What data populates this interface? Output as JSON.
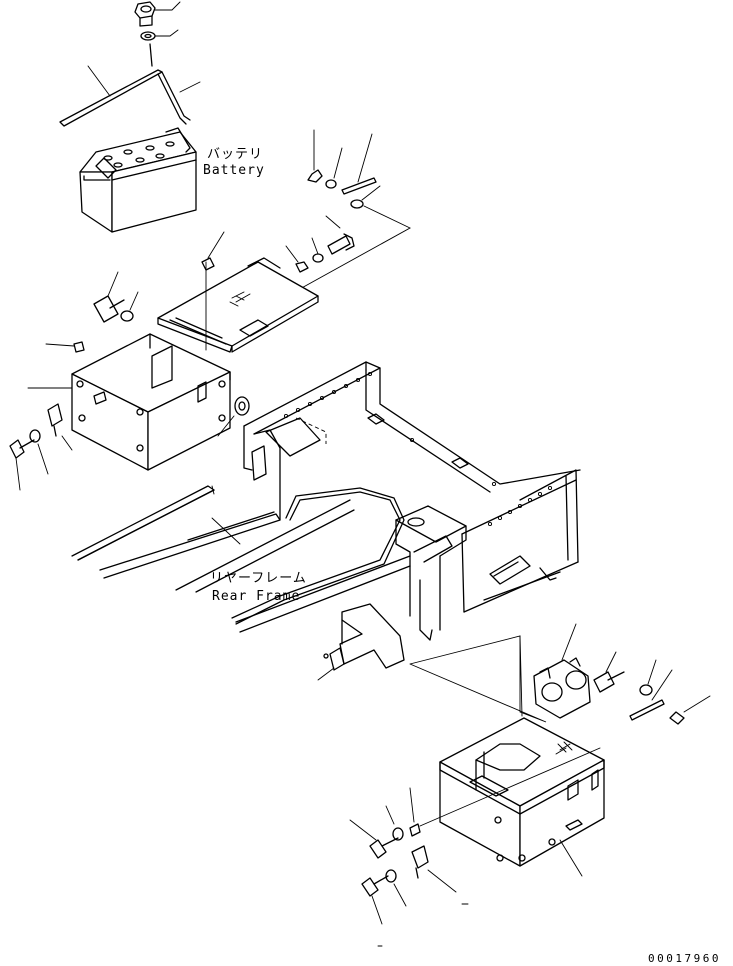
{
  "labels": {
    "battery_jp": "バッテリ",
    "battery_en": "Battery",
    "rear_frame_jp": "リヤーフレーム",
    "rear_frame_en": "Rear Frame"
  },
  "part_number": "00017960"
}
